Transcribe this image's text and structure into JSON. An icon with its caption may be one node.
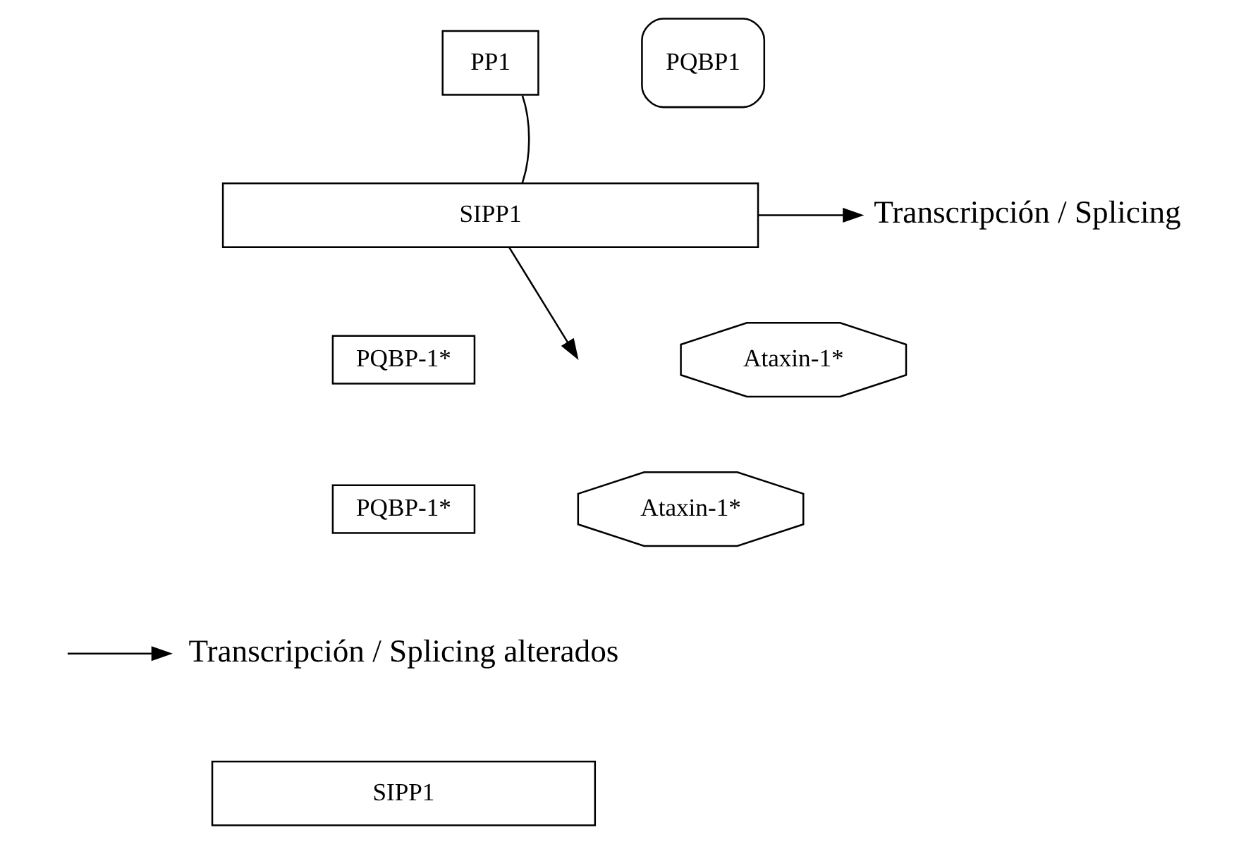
{
  "diagram": {
    "nodes": [
      {
        "text": [
          "PP1"
        ]
      },
      {
        "text": [
          "PQBP1"
        ]
      },
      {
        "text": [
          "SIPP1"
        ]
      },
      {
        "text": [
          "Transcripción / Splicing"
        ]
      },
      {
        "text": [
          "PQBP-1*"
        ]
      },
      {
        "text": [
          "Ataxin-1*"
        ]
      },
      {
        "text": [
          "PQBP-1*"
        ]
      },
      {
        "text": [
          "Ataxin-1*"
        ]
      },
      {
        "text": [
          "Transcripción / Splicing alterados"
        ]
      },
      {
        "text": [
          "SIPP1"
        ]
      }
    ],
    "edges": [
      {
        "from": 0,
        "to": 2,
        "arrow": "none"
      },
      {
        "from": 2,
        "to": 3,
        "arrow": "to"
      },
      {
        "from": 2,
        "to": null,
        "arrow": "to"
      },
      {
        "from": null,
        "to": 8,
        "arrow": "to"
      }
    ]
  }
}
